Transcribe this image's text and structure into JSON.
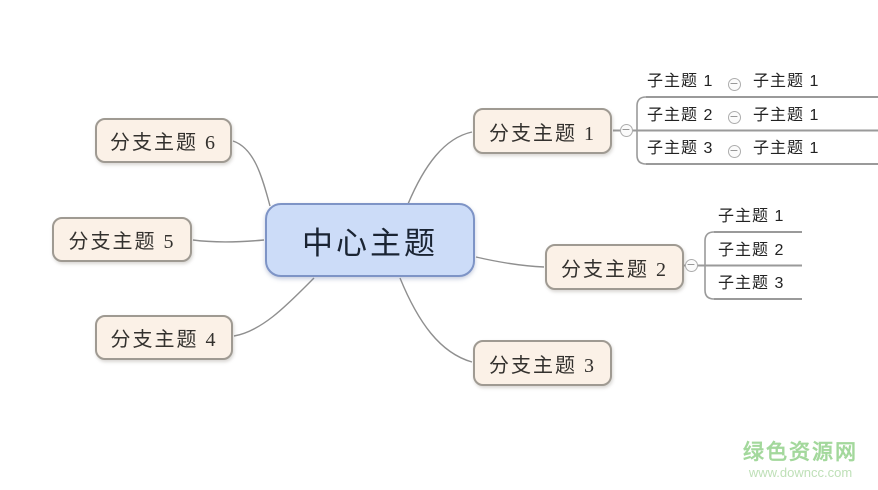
{
  "app": {
    "type": "mindmap-editor-canvas"
  },
  "central_topic": {
    "label": "中心主题"
  },
  "branches": [
    {
      "label": "分支主题 1",
      "side": "right",
      "children": [
        {
          "label": "子主题 1",
          "children": [
            {
              "label": "子主题 1"
            }
          ]
        },
        {
          "label": "子主题 2",
          "children": [
            {
              "label": "子主题 1"
            }
          ]
        },
        {
          "label": "子主题 3",
          "children": [
            {
              "label": "子主题 1"
            }
          ]
        }
      ]
    },
    {
      "label": "分支主题 2",
      "side": "right",
      "children": [
        {
          "label": "子主题 1"
        },
        {
          "label": "子主题 2"
        },
        {
          "label": "子主题 3"
        }
      ]
    },
    {
      "label": "分支主题 3",
      "side": "right",
      "children": []
    },
    {
      "label": "分支主题 4",
      "side": "left",
      "children": []
    },
    {
      "label": "分支主题 5",
      "side": "left",
      "children": []
    },
    {
      "label": "分支主题 6",
      "side": "left",
      "children": []
    }
  ],
  "collapse_button": {
    "symbol": "−"
  },
  "watermark": {
    "title": "绿色资源网",
    "url": "www.downcc.com"
  },
  "colors": {
    "central_fill": "#ccdcf8",
    "central_border": "#7e94c6",
    "branch_fill": "#fbf1e7",
    "branch_border": "#9f9a92",
    "connection_line": "#8f8f8f",
    "watermark_title": "#a3d89c",
    "watermark_url": "#bfe0b8"
  }
}
